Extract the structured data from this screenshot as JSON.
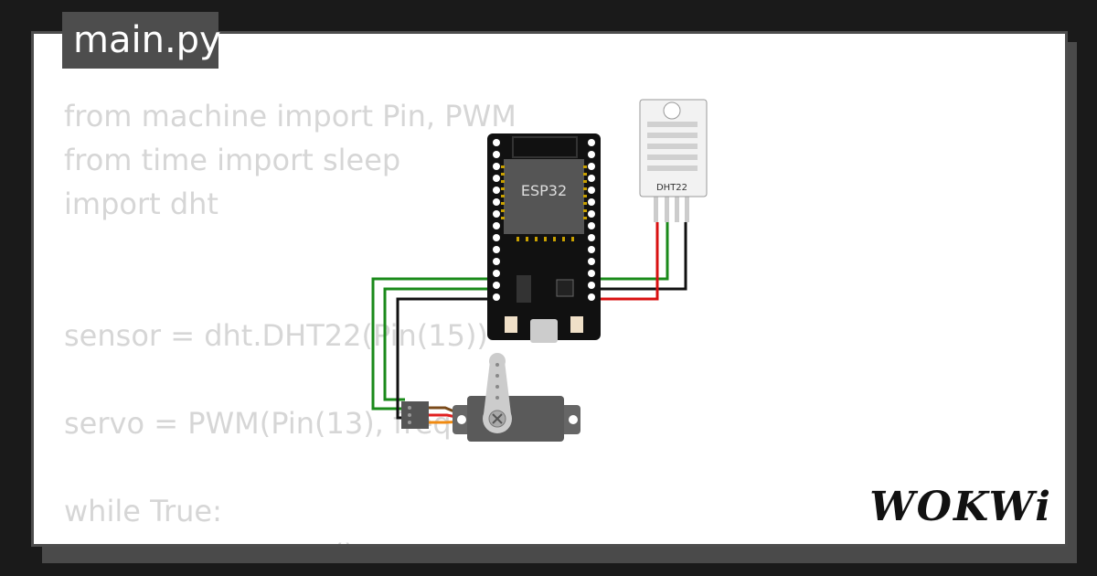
{
  "tab": {
    "label": "main.py"
  },
  "code": {
    "lines": [
      "from machine import Pin, PWM",
      "from time import sleep",
      "import dht",
      "",
      "",
      "sensor = dht.DHT22(Pin(15))",
      "",
      "servo = PWM(Pin(13), freq=50)",
      "",
      "while True:",
      "    sensor.measure()"
    ]
  },
  "board": {
    "label": "ESP32"
  },
  "sensor": {
    "label": "DHT22"
  },
  "logo": {
    "text": "WOKWi"
  },
  "colors": {
    "background": "#1a1a1a",
    "tab": "#4d4d4d",
    "code_text": "#d6d6d6",
    "board": "#111111",
    "wire_green": "#1a8a1a",
    "wire_red": "#d81010",
    "wire_black": "#111111",
    "servo_body": "#5a5a5a"
  }
}
